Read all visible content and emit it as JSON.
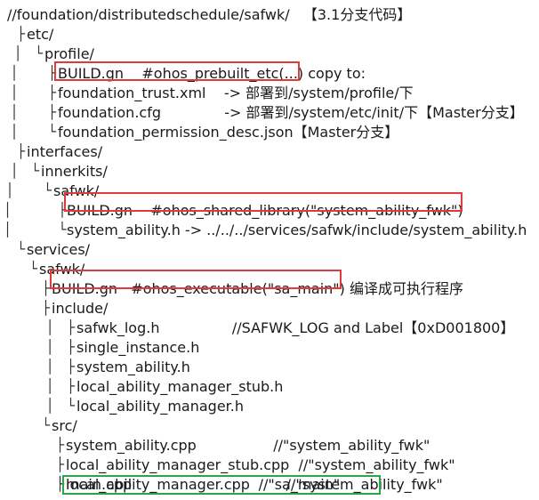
{
  "lines": [
    {
      "name": "root-path",
      "guide": "",
      "text": "//foundation/distributedschedule/safwk/   【3.1分支代码】"
    },
    {
      "name": "dir-etc",
      "guide": "├",
      "text": "etc/"
    },
    {
      "name": "dir-profile",
      "guide": "│   └",
      "text": "profile/"
    },
    {
      "name": "file-build-gn-profile",
      "guide": "│       ├",
      "text": "BUILD.gn    #ohos_prebuilt_etc(...) copy to:"
    },
    {
      "name": "file-foundation-trust-xml",
      "guide": "│       ├",
      "text": "foundation_trust.xml    -> 部署到/system/profile/下"
    },
    {
      "name": "file-foundation-cfg",
      "guide": "│       ├",
      "text": "foundation.cfg              -> 部署到/system/etc/init/下【Master分支】"
    },
    {
      "name": "file-foundation-permission-desc",
      "guide": "│       └",
      "text": "foundation_permission_desc.json【Master分支】"
    },
    {
      "name": "dir-interfaces",
      "guide": "├",
      "text": "interfaces/"
    },
    {
      "name": "dir-innerkits",
      "guide": "│   └",
      "text": "innerkits/"
    },
    {
      "name": "dir-safwk-innerkits",
      "guide": "│       └",
      "text": "safwk/"
    },
    {
      "name": "file-build-gn-innerkits",
      "guide": "│           ├",
      "text": "BUILD.gn    #ohos_shared_library(\"system_ability_fwk\")"
    },
    {
      "name": "file-system-ability-h-link",
      "guide": "│           └",
      "text": "system_ability.h -> ../../../services/safwk/include/system_ability.h"
    },
    {
      "name": "dir-services",
      "guide": "└",
      "text": "services/"
    },
    {
      "name": "dir-safwk-services",
      "guide": "    └",
      "text": "safwk/"
    },
    {
      "name": "file-build-gn-services",
      "guide": "        ├",
      "text": "BUILD.gn   #ohos_executable(\"sa_main\") 编译成可执行程序"
    },
    {
      "name": "dir-include",
      "guide": "        ├",
      "text": "include/"
    },
    {
      "name": "file-safwk-log-h",
      "guide": "        │   ├",
      "text": "safwk_log.h                //SAFWK_LOG and Label【0xD001800】"
    },
    {
      "name": "file-single-instance-h",
      "guide": "        │   ├",
      "text": "single_instance.h"
    },
    {
      "name": "file-system-ability-h",
      "guide": "        │   ├",
      "text": "system_ability.h"
    },
    {
      "name": "file-local-ability-manager-stub-h",
      "guide": "        │   ├",
      "text": "local_ability_manager_stub.h"
    },
    {
      "name": "file-local-ability-manager-h",
      "guide": "        │   └",
      "text": "local_ability_manager.h"
    },
    {
      "name": "dir-src",
      "guide": "        └",
      "text": "src/"
    },
    {
      "name": "file-system-ability-cpp",
      "guide": "            ├",
      "text": "system_ability.cpp                 //\"system_ability_fwk\""
    },
    {
      "name": "file-local-ability-manager-stub-cpp",
      "guide": "            ├",
      "text": "local_ability_manager_stub.cpp  //\"system_ability_fwk\""
    },
    {
      "name": "file-local-ability-manager-cpp",
      "guide": "            ├",
      "text": "local_ability_manager.cpp        //\"system_ability_fwk\""
    },
    {
      "name": "file-main-cpp",
      "guide": "            └",
      "text": "main.cpp                            //\"sa_main\""
    }
  ],
  "colors": {
    "highlight_red": "#e03b3b",
    "highlight_green": "#2aa64a"
  }
}
